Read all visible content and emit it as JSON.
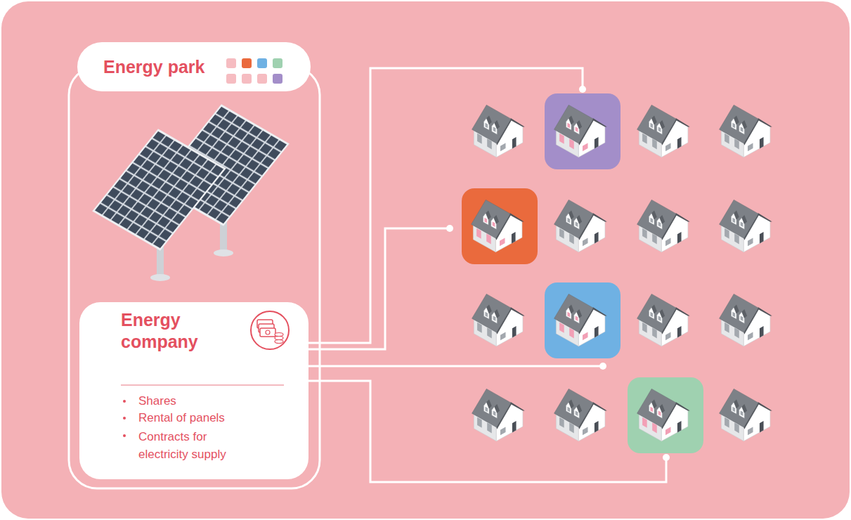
{
  "diagram": {
    "nodes": [
      {
        "text": [
          "Energy park"
        ]
      },
      {
        "text": [
          "Energy company",
          "Shares",
          "Rental of panels",
          "Contracts for electricity supply"
        ],
        "in": 0
      }
    ]
  }
}
